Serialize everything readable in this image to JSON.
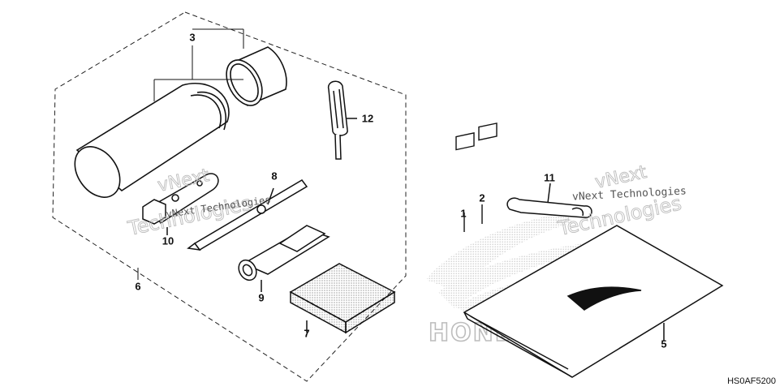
{
  "diagram": {
    "code": "HS0AF5200",
    "watermark_main": "vNext Technologies",
    "watermark_small": "vNext Technologies",
    "logo_text": "HONDA"
  },
  "callouts": [
    {
      "id": "1",
      "label": "1"
    },
    {
      "id": "2",
      "label": "2"
    },
    {
      "id": "3",
      "label": "3"
    },
    {
      "id": "5",
      "label": "5"
    },
    {
      "id": "6",
      "label": "6"
    },
    {
      "id": "7",
      "label": "7"
    },
    {
      "id": "8",
      "label": "8"
    },
    {
      "id": "9",
      "label": "9"
    },
    {
      "id": "10",
      "label": "10"
    },
    {
      "id": "11",
      "label": "11"
    },
    {
      "id": "12",
      "label": "12"
    }
  ]
}
